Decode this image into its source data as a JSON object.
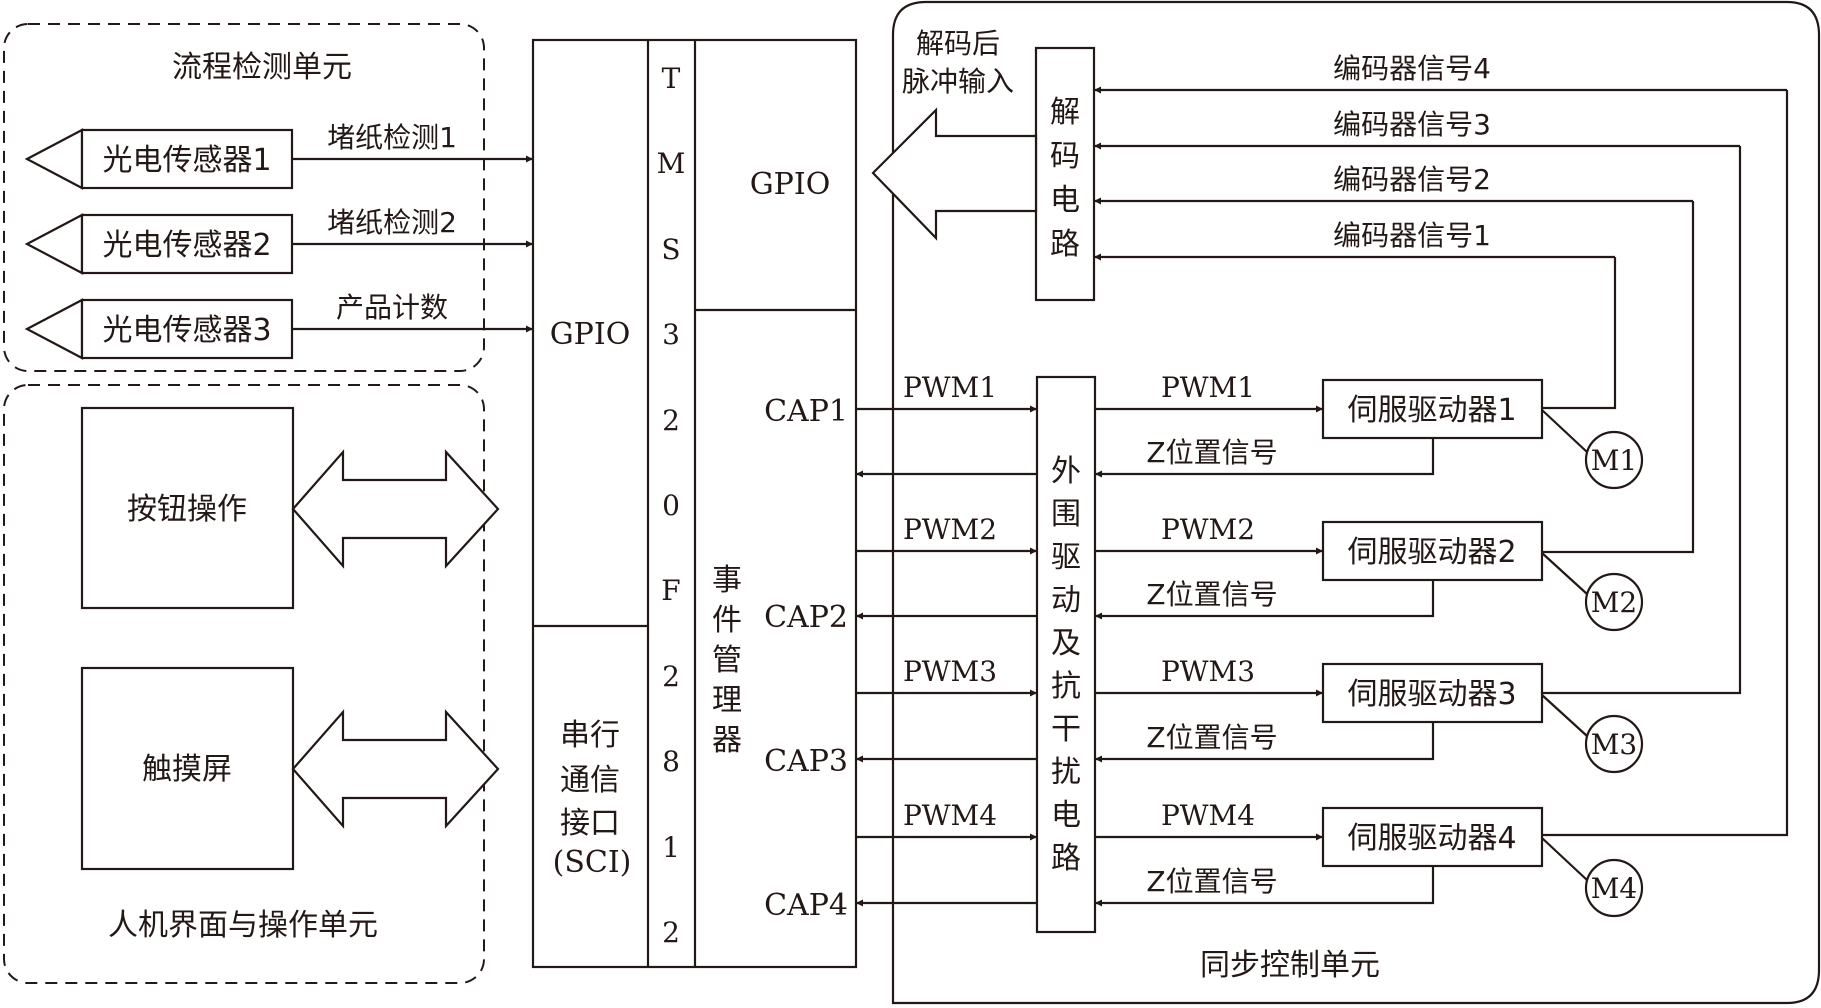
{
  "units": {
    "process_detection": {
      "title": "流程检测单元",
      "sensors": [
        {
          "label": "光电传感器1",
          "signal": "堵纸检测1"
        },
        {
          "label": "光电传感器2",
          "signal": "堵纸检测2"
        },
        {
          "label": "光电传感器3",
          "signal": "产品计数"
        }
      ]
    },
    "hmi": {
      "title": "人机界面与操作单元",
      "devices": [
        {
          "label": "按钮操作"
        },
        {
          "label": "触摸屏"
        }
      ]
    },
    "sync_control": {
      "title": "同步控制单元"
    }
  },
  "mcu": {
    "chip_letters": [
      "T",
      "M",
      "S",
      "3",
      "2",
      "0",
      "F",
      "2",
      "8",
      "1",
      "2"
    ],
    "gpio_left": "GPIO",
    "sci_lines": [
      "串行",
      "通信",
      "接口",
      "(SCI)"
    ],
    "gpio_right": "GPIO",
    "event_manager_chars": [
      "事",
      "件",
      "管",
      "理",
      "器"
    ],
    "caps": [
      "CAP1",
      "CAP2",
      "CAP3",
      "CAP4"
    ]
  },
  "decoder": {
    "chars": [
      "解",
      "码",
      "电",
      "路"
    ],
    "output_label_lines": [
      "解码后",
      "脉冲输入"
    ],
    "encoder_signals": [
      "编码器信号4",
      "编码器信号3",
      "编码器信号2",
      "编码器信号1"
    ]
  },
  "peripheral": {
    "chars": [
      "外",
      "围",
      "驱",
      "动",
      "及",
      "抗",
      "干",
      "扰",
      "电",
      "路"
    ]
  },
  "channels": [
    {
      "pwm_in": "PWM1",
      "pwm_out": "PWM1",
      "z_signal": "Z位置信号",
      "driver": "伺服驱动器1",
      "motor": "M1"
    },
    {
      "pwm_in": "PWM2",
      "pwm_out": "PWM2",
      "z_signal": "Z位置信号",
      "driver": "伺服驱动器2",
      "motor": "M2"
    },
    {
      "pwm_in": "PWM3",
      "pwm_out": "PWM3",
      "z_signal": "Z位置信号",
      "driver": "伺服驱动器3",
      "motor": "M3"
    },
    {
      "pwm_in": "PWM4",
      "pwm_out": "PWM4",
      "z_signal": "Z位置信号",
      "driver": "伺服驱动器4",
      "motor": "M4"
    }
  ],
  "colors": {
    "line": "#231815",
    "background": "#ffffff"
  }
}
